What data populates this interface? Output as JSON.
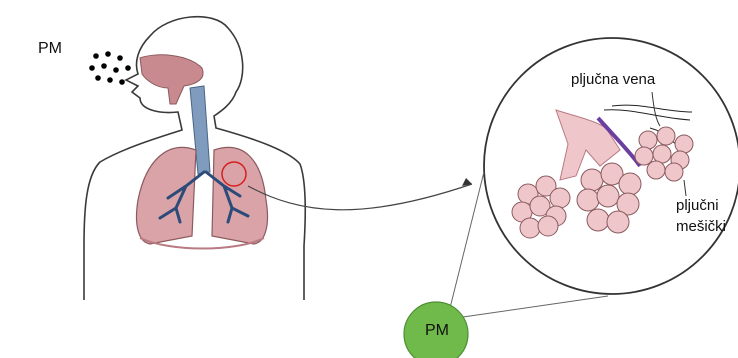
{
  "labels": {
    "pm": "PM",
    "vein": "pljučna vena",
    "alveoli_line1": "pljučni",
    "alveoli_line2": "mešički",
    "pm_bubble": "PM"
  },
  "colors": {
    "skin_outline": "#3a3a3a",
    "lung": "#d9a3a8",
    "lung_dark": "#b97a82",
    "trachea": "#7f9cbf",
    "airways": "#2d4b78",
    "nasal": "#c98a8f",
    "vein": "#6a3fa0",
    "alveoli": "#efc7cb",
    "pm_particle": "#000000",
    "pm_bubble": "#6fba4a",
    "highlight_circle": "#d62020"
  }
}
